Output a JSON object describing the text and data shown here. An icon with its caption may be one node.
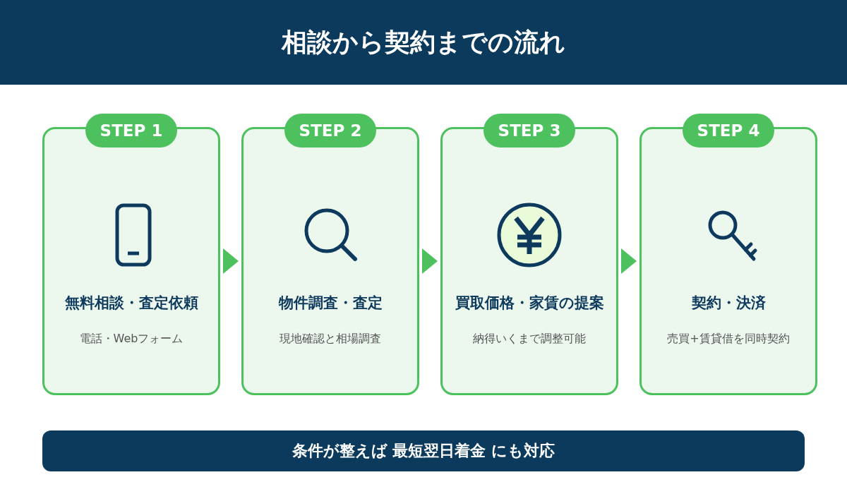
{
  "diagram": {
    "title": "相談から契約までの流れ",
    "nodes": [
      {
        "text": [
          "STEP 1",
          "無料相談・査定依頼",
          "電話・Webフォーム"
        ]
      },
      {
        "text": [
          "STEP 2",
          "物件調査・査定",
          "現地確認と相場調査"
        ]
      },
      {
        "text": [
          "STEP 3",
          "買取価格・家賃の提案",
          "納得いくまで調整可能"
        ]
      },
      {
        "text": [
          "STEP 4",
          "契約・決済",
          "売買+賃貸借を同時契約"
        ]
      },
      {
        "text": [
          "条件が整えば 最短翌日着金 にも対応"
        ]
      }
    ],
    "edges": [
      {
        "from": 0,
        "to": 1,
        "arrow": "to"
      },
      {
        "from": 1,
        "to": 2,
        "arrow": "to"
      },
      {
        "from": 2,
        "to": 3,
        "arrow": "to"
      }
    ]
  }
}
